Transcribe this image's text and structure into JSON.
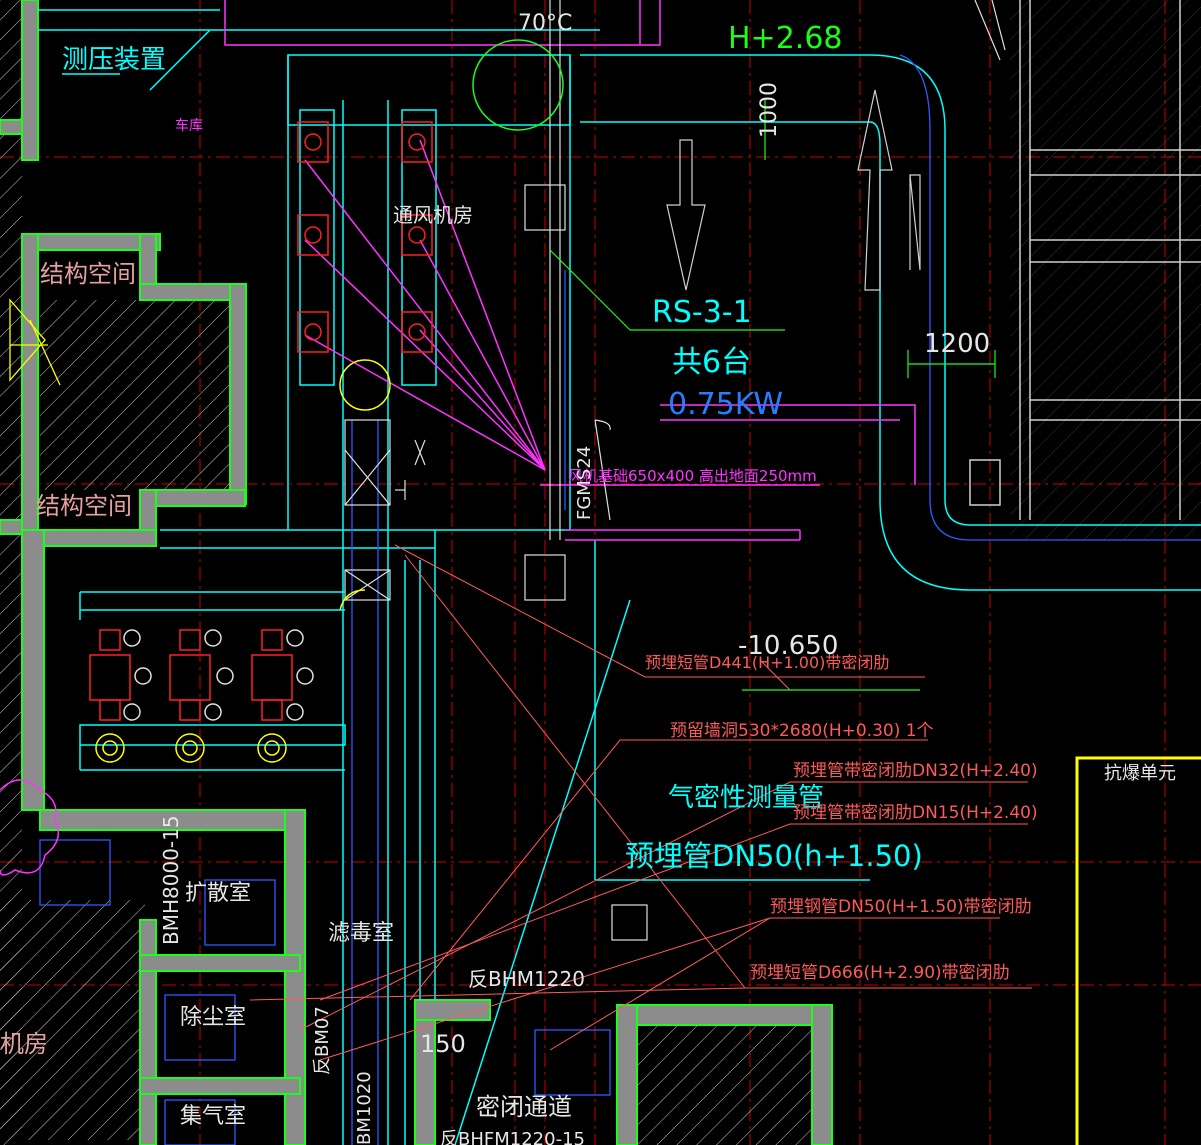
{
  "colors": {
    "background": "#000000",
    "wall_fill": "#8c8c8c",
    "wall_edge": "#19ff19",
    "duct": "#00ffff",
    "duct_inner": "#2a5cff",
    "grid_axis": "#c80000",
    "annotation": "#ff5a5a",
    "magenta": "#ff33ff",
    "equipment": "#ff2020",
    "yellow": "#ffff00",
    "label_white": "#e6e6e6",
    "label_cyan": "#00ffff"
  },
  "labels": {
    "pressure_device": "测压装置",
    "garage": "车库",
    "struct_space_1": "结构空间",
    "struct_space_2": "结构空间",
    "fan_room": "通风机房",
    "fan_id": "RS-3-1",
    "fan_count": "共6台",
    "fan_power": "0.75KW",
    "fan_base": "风机基础650x400 高出地面250mm",
    "damper_tag": "FGMS24",
    "temp": "70°C",
    "elevation_duct": "H+2.68",
    "dim_1000": "1000",
    "dim_1200": "1200",
    "floor_level": "-10.650",
    "embedded_d441": "预埋短管D441(H+1.00)带密闭肋",
    "wall_opening": "预留墙洞530*2680(H+0.30) 1个",
    "pipe_dn32": "预埋管带密闭肋DN32(H+2.40)",
    "pipe_dn15": "预埋管带密闭肋DN15(H+2.40)",
    "airtight_pipe": "气密性测量管",
    "embedded_dn50": "预埋管DN50(h+1.50)",
    "steel_dn50": "预埋钢管DN50(H+1.50)带密闭肋",
    "embedded_d666": "预埋短管D666(H+2.90)带密闭肋",
    "blast_unit": "抗爆单元",
    "door_bmh": "BMH8000-15",
    "diffusion_room": "扩散室",
    "filter_room": "滤毒室",
    "door_fbhm": "反BHM1220",
    "dim_150": "150",
    "dust_room": "除尘室",
    "door_fbm07": "反BM07",
    "gas_room": "集气室",
    "door_bm1020": "BM1020",
    "airlock": "密闭通道",
    "door_fbhfm": "反BHFM1220-15",
    "machine_room": "机房"
  }
}
